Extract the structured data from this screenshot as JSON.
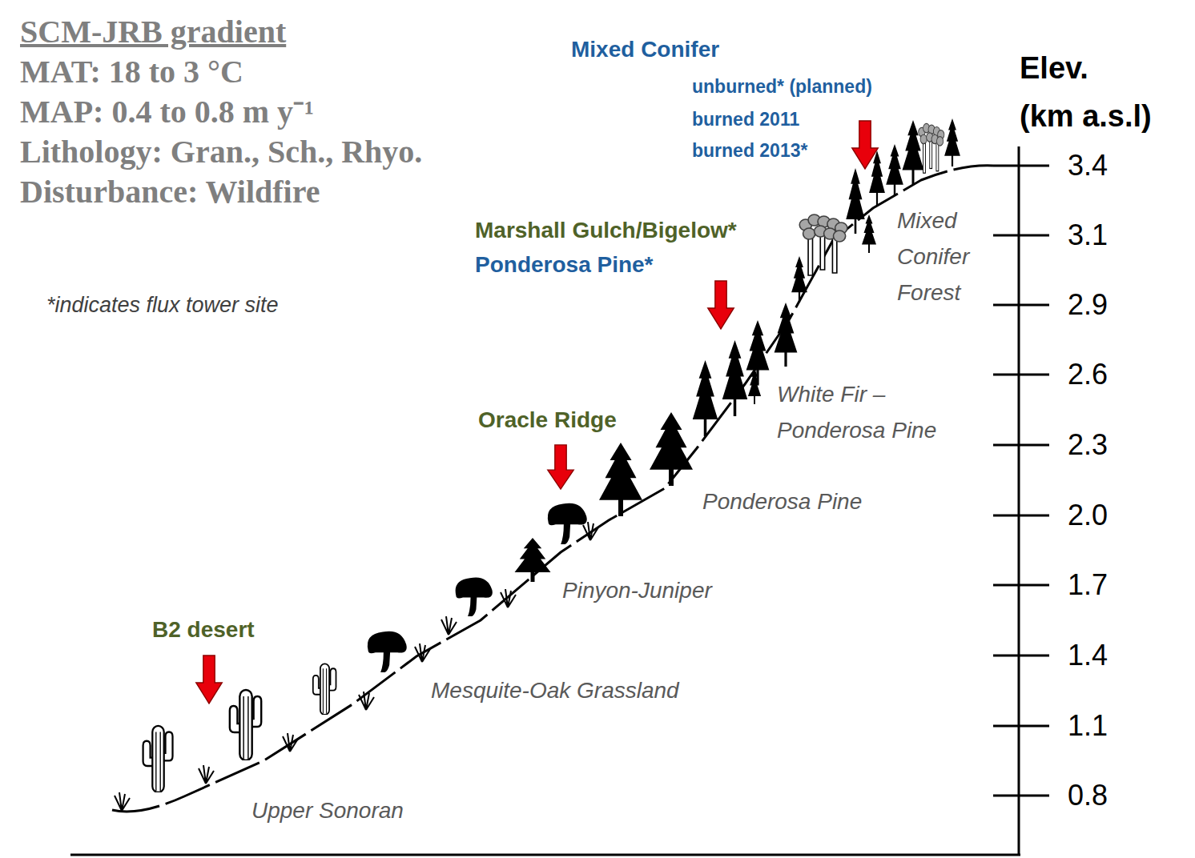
{
  "diagram": {
    "title": "SCM-JRB gradient",
    "labels": [
      "MAT: 18 to 3 °C",
      "MAP: 0.4 to 0.8 m y⁻¹",
      "Lithology: Gran., Sch., Rhyo.",
      "Disturbance: Wildfire",
      "*indicates flux tower site",
      "Mixed Conifer",
      "unburned* (planned)",
      "burned 2011",
      "burned 2013*",
      "Elev.",
      "(km a.s.l)",
      "Marshall Gulch/Bigelow*",
      "Ponderosa Pine*",
      "Mixed Conifer Forest",
      "3.4",
      "3.1",
      "2.9",
      "White Fir – Ponderosa Pine",
      "2.6",
      "2.3",
      "Oracle Ridge",
      "2.0",
      "Ponderosa Pine",
      "1.7",
      "Pinyon-Juniper",
      "1.4",
      "B2 desert",
      "Mesquite-Oak Grassland",
      "1.1",
      "0.8",
      "Upper Sonoran"
    ]
  }
}
